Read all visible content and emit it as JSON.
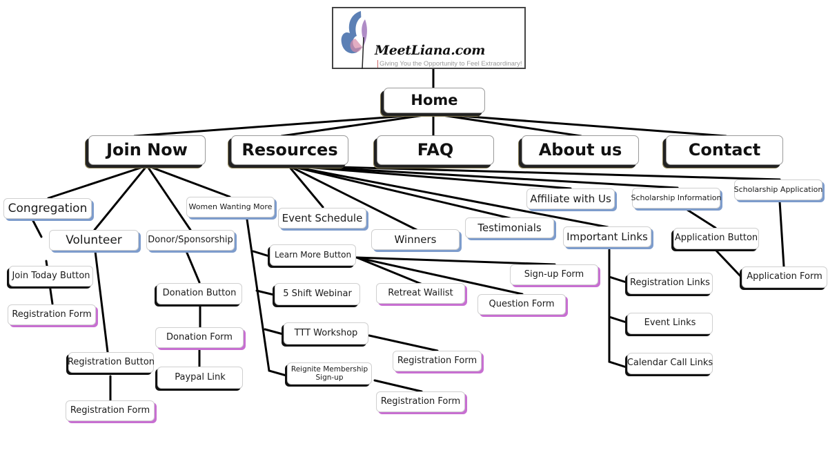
{
  "logo": {
    "brand": "MeetLiana.com",
    "tagline": "Giving You the Opportunity to Feel Extraordinary!",
    "colors": {
      "wing_blue": "#3f6aa8",
      "wing_pink": "#d58aa8",
      "wing_purple": "#9b6fb8"
    }
  },
  "colors": {
    "link": "#000000",
    "blue_shadow": "#7d9ccc",
    "pink_shadow": "#c76fd1",
    "dark_shadow": "#111111"
  },
  "sitemap": {
    "home": "Home",
    "top": [
      "Join Now",
      "Resources",
      "FAQ",
      "About us",
      "Contact"
    ],
    "join_now": {
      "congregation": "Congregation",
      "volunteer": "Volunteer",
      "donor": "Donor/Sponsorship",
      "women": "Women Wanting More",
      "join_today_button": "Join Today Button",
      "congregation_form": "Registration Form",
      "registration_button": "Registration Button",
      "volunteer_form": "Registration Form",
      "donation_button": "Donation Button",
      "donation_form": "Donation Form",
      "paypal_link": "Paypal Link",
      "learn_more_button": "Learn More Button",
      "webinar": "5 Shift Webinar",
      "ttt_workshop": "TTT Workshop",
      "reignite": "Reignite Membership Sign-up",
      "retreat_wailist": "Retreat Wailist",
      "signup_form": "Sign-up Form",
      "question_form": "Question Form",
      "ttt_form": "Registration Form",
      "reignite_form": "Registration Form"
    },
    "resources": {
      "event_schedule": "Event Schedule",
      "winners": "Winners",
      "testimonials": "Testimonials",
      "affiliate": "Affiliate with Us",
      "important_links": "Important Links",
      "scholarship_info": "Scholarship Information",
      "scholarship_app": "Scholarship Application",
      "application_button": "Application Button",
      "application_form": "Application Form",
      "registration_links": "Registration Links",
      "event_links": "Event Links",
      "calendar_links": "Calendar Call Links"
    }
  }
}
